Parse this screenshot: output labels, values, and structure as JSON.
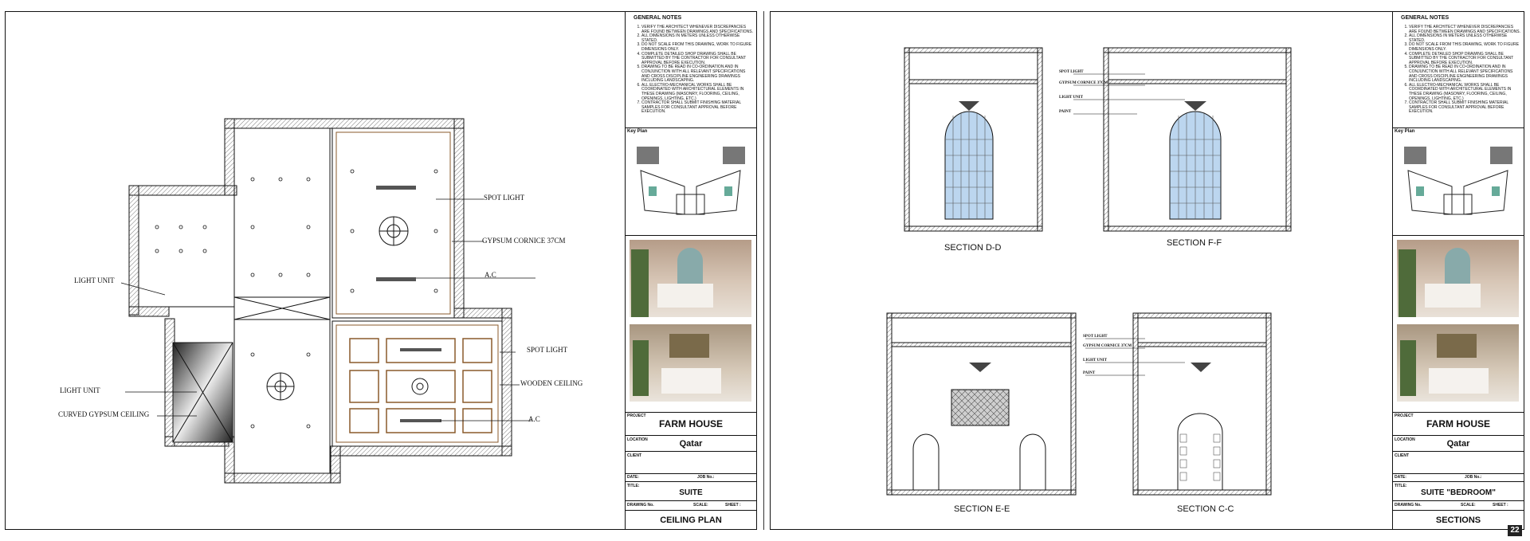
{
  "sheet_left": {
    "title_block": {
      "notes_title": "GENERAL NOTES",
      "notes": [
        "VERIFY THE ARCHITECT WHENEVER DISCREPANCIES ARE FOUND BETWEEN DRAWINGS AND SPECIFICATIONS.",
        "ALL DIMENSIONS IN METERS UNLESS OTHERWISE STATED.",
        "DO NOT SCALE FROM THIS DRAWING, WORK TO FIGURE DIMENSIONS ONLY.",
        "COMPLETE DETAILED SHOP DRAWING SHALL BE SUBMITTED BY THE CONTRACTOR FOR CONSULTANT APPROVAL BEFORE EXECUTION.",
        "DRAWING TO BE READ IN CO-ORDINATION AND IN CONJUNCTION WITH ALL RELEVANT SPECIFICATIONS AND CROSS DISCIPLINE ENGINEERING DRAWINGS INCLUDING LANDSCAPING.",
        "ALL ELECTRO-MECHANICAL WORKS SHALL BE COORDINATED WITH ARCHITECTURAL ELEMENTS IN THESE DRAWING (MASONRY, FLOORING, CEILING, OPENINGS, LIGHTING, ETC.)",
        "CONTRACTOR SHALL SUBMIT FINISHING MATERIAL SAMPLES FOR CONSULTANT APPROVAL BEFORE EXECUTION."
      ],
      "key_plan_label": "Key Plan",
      "project_label": "PROJECT",
      "project_value": "FARM HOUSE",
      "location_label": "LOCATION",
      "location_value": "Qatar",
      "client_label": "CLIENT",
      "date_label": "DATE:",
      "job_label": "JOB No.:",
      "title_label": "TITLE:",
      "title_value": "SUITE",
      "drawing_label": "DRAWING No.",
      "scale_label": "SCALE:",
      "sheet_label": "SHEET :",
      "sheet_title": "CEILING PLAN"
    },
    "annotations": {
      "spot_light_1": "SPOT LIGHT",
      "gypsum_cornice": "GYPSUM CORNICE 37CM",
      "ac_1": "A.C",
      "light_unit_1": "LIGHT UNIT",
      "spot_light_2": "SPOT LIGHT",
      "light_unit_2": "LIGHT UNIT",
      "wooden_ceiling": "WOODEN CEILING",
      "curved_gypsum": "CURVED GYPSUM CEILING",
      "ac_2": "A.C"
    }
  },
  "sheet_right": {
    "title_block": {
      "notes_title": "GENERAL NOTES",
      "key_plan_label": "Key Plan",
      "project_label": "PROJECT",
      "project_value": "FARM HOUSE",
      "location_label": "LOCATION",
      "location_value": "Qatar",
      "client_label": "CLIENT",
      "date_label": "DATE:",
      "job_label": "JOB No.:",
      "title_label": "TITLE:",
      "title_value": "SUITE \"BEDROOM\"",
      "drawing_label": "DRAWING No.",
      "scale_label": "SCALE:",
      "sheet_label": "SHEET :",
      "sheet_title": "SECTIONS"
    },
    "sections": {
      "dd": "SECTION D-D",
      "ff": "SECTION F-F",
      "ee": "SECTION E-E",
      "cc": "SECTION C-C"
    },
    "small_notes": {
      "spot_light": "SPOT LIGHT",
      "gypsum_cornice": "GYPSUM CORNICE 37CM",
      "light_unit": "LIGHT UNIT",
      "paint": "PAINT"
    }
  },
  "page_number": "22",
  "colors": {
    "line": "#111111",
    "glass": "#bcd6ef",
    "wood": "#8a5a2b",
    "hatch": "#777777"
  }
}
